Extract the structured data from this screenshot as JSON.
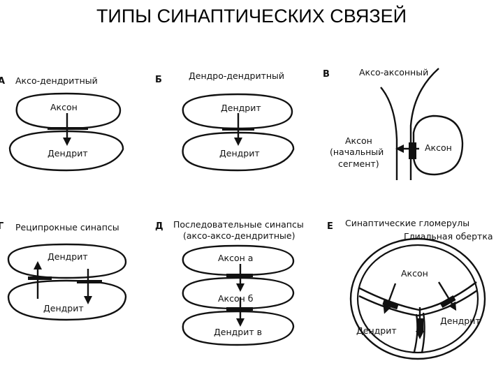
{
  "title": "ТИПЫ СИНАПТИЧЕСКИХ СВЯЗЕЙ",
  "panels": {
    "a": {
      "letter": "А",
      "heading": "Аксо-дендритный",
      "top_cell": "Аксон",
      "bottom_cell": "Дендрит"
    },
    "b": {
      "letter": "Б",
      "heading": "Дендро-дендритный",
      "top_cell": "Дендрит",
      "bottom_cell": "Дендрит"
    },
    "v": {
      "letter": "В",
      "heading": "Аксо-аксонный",
      "left_label_1": "Аксон",
      "left_label_2": "(начальный",
      "left_label_3": "сегмент)",
      "right_label": "Аксон"
    },
    "g": {
      "letter": "Г",
      "heading": "Реципрокные синапсы",
      "top_cell": "Дендрит",
      "bottom_cell": "Дендрит"
    },
    "d": {
      "letter": "Д",
      "heading_1": "Последовательные синапсы",
      "heading_2": "(аксо-аксо-дендритные)",
      "cell_1": "Аксон а",
      "cell_2": "Аксон б",
      "cell_3": "Дендрит в"
    },
    "e": {
      "letter": "Е",
      "heading": "Синаптические гломерулы",
      "glia_label": "Глиальная обертка",
      "axon_label": "Аксон",
      "dendrite_left": "Дендрит",
      "dendrite_right": "Дендрит"
    }
  }
}
